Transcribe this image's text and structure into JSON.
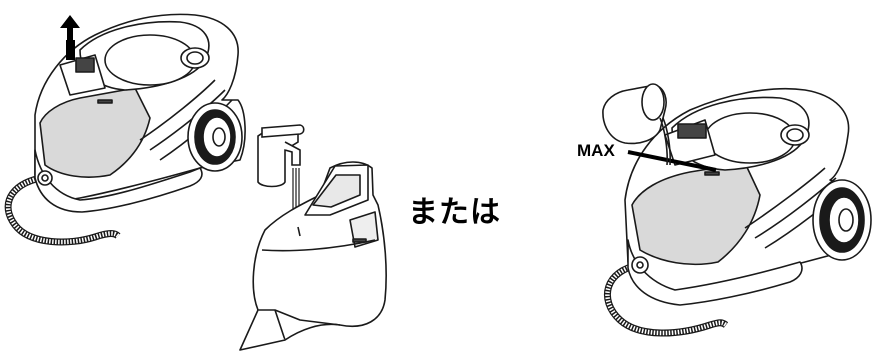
{
  "labels": {
    "or_text": "または",
    "max_label": "MAX"
  },
  "colors": {
    "line": "#1a1a1a",
    "panel_gray": "#d9d9d9",
    "arrow": "#000000"
  },
  "icons": [
    "steam-cleaner-left",
    "remove-tank-arrow-icon",
    "water-tap-icon",
    "water-tank",
    "water-jug-icon",
    "steam-cleaner-right",
    "hose"
  ]
}
